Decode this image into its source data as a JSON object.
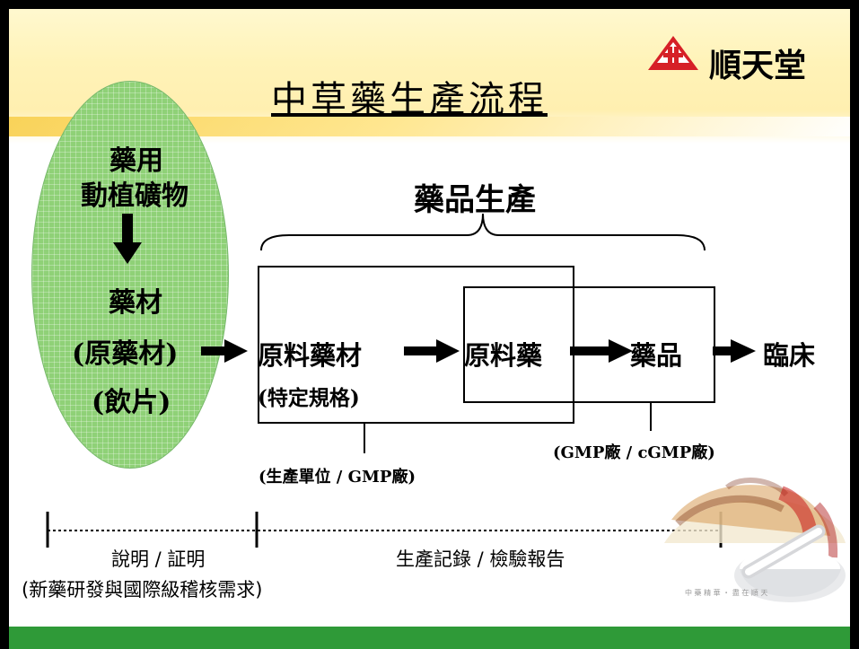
{
  "title": "中草藥生產流程",
  "logo": {
    "text": "順天堂"
  },
  "oval": {
    "line1": "藥用",
    "line2": "動植礦物",
    "line3": "藥材",
    "line4": "(原藥材)",
    "line5": "(飲片)"
  },
  "production_label": "藥品生產",
  "flow": {
    "raw_materials": "原料藥材",
    "raw_spec": "(特定規格)",
    "raw_drug": "原料藥",
    "drug": "藥品",
    "clinical": "臨床"
  },
  "notes": {
    "production_unit": "(生產單位 / GMP廠)",
    "factory": "(GMP廠 / cGMP廠)"
  },
  "timeline": {
    "left_label": "說明 / 証明",
    "left_sub": "(新藥研發與國際級稽核需求)",
    "right_label": "生產記錄 / 檢驗報告"
  },
  "slogan": "中 藥 精 華 ・ 盡 在 順 天",
  "colors": {
    "green": "#8fd177",
    "band_green": "#2f9a38",
    "logo_red": "#d62027",
    "gold": "#f8cf4d"
  }
}
